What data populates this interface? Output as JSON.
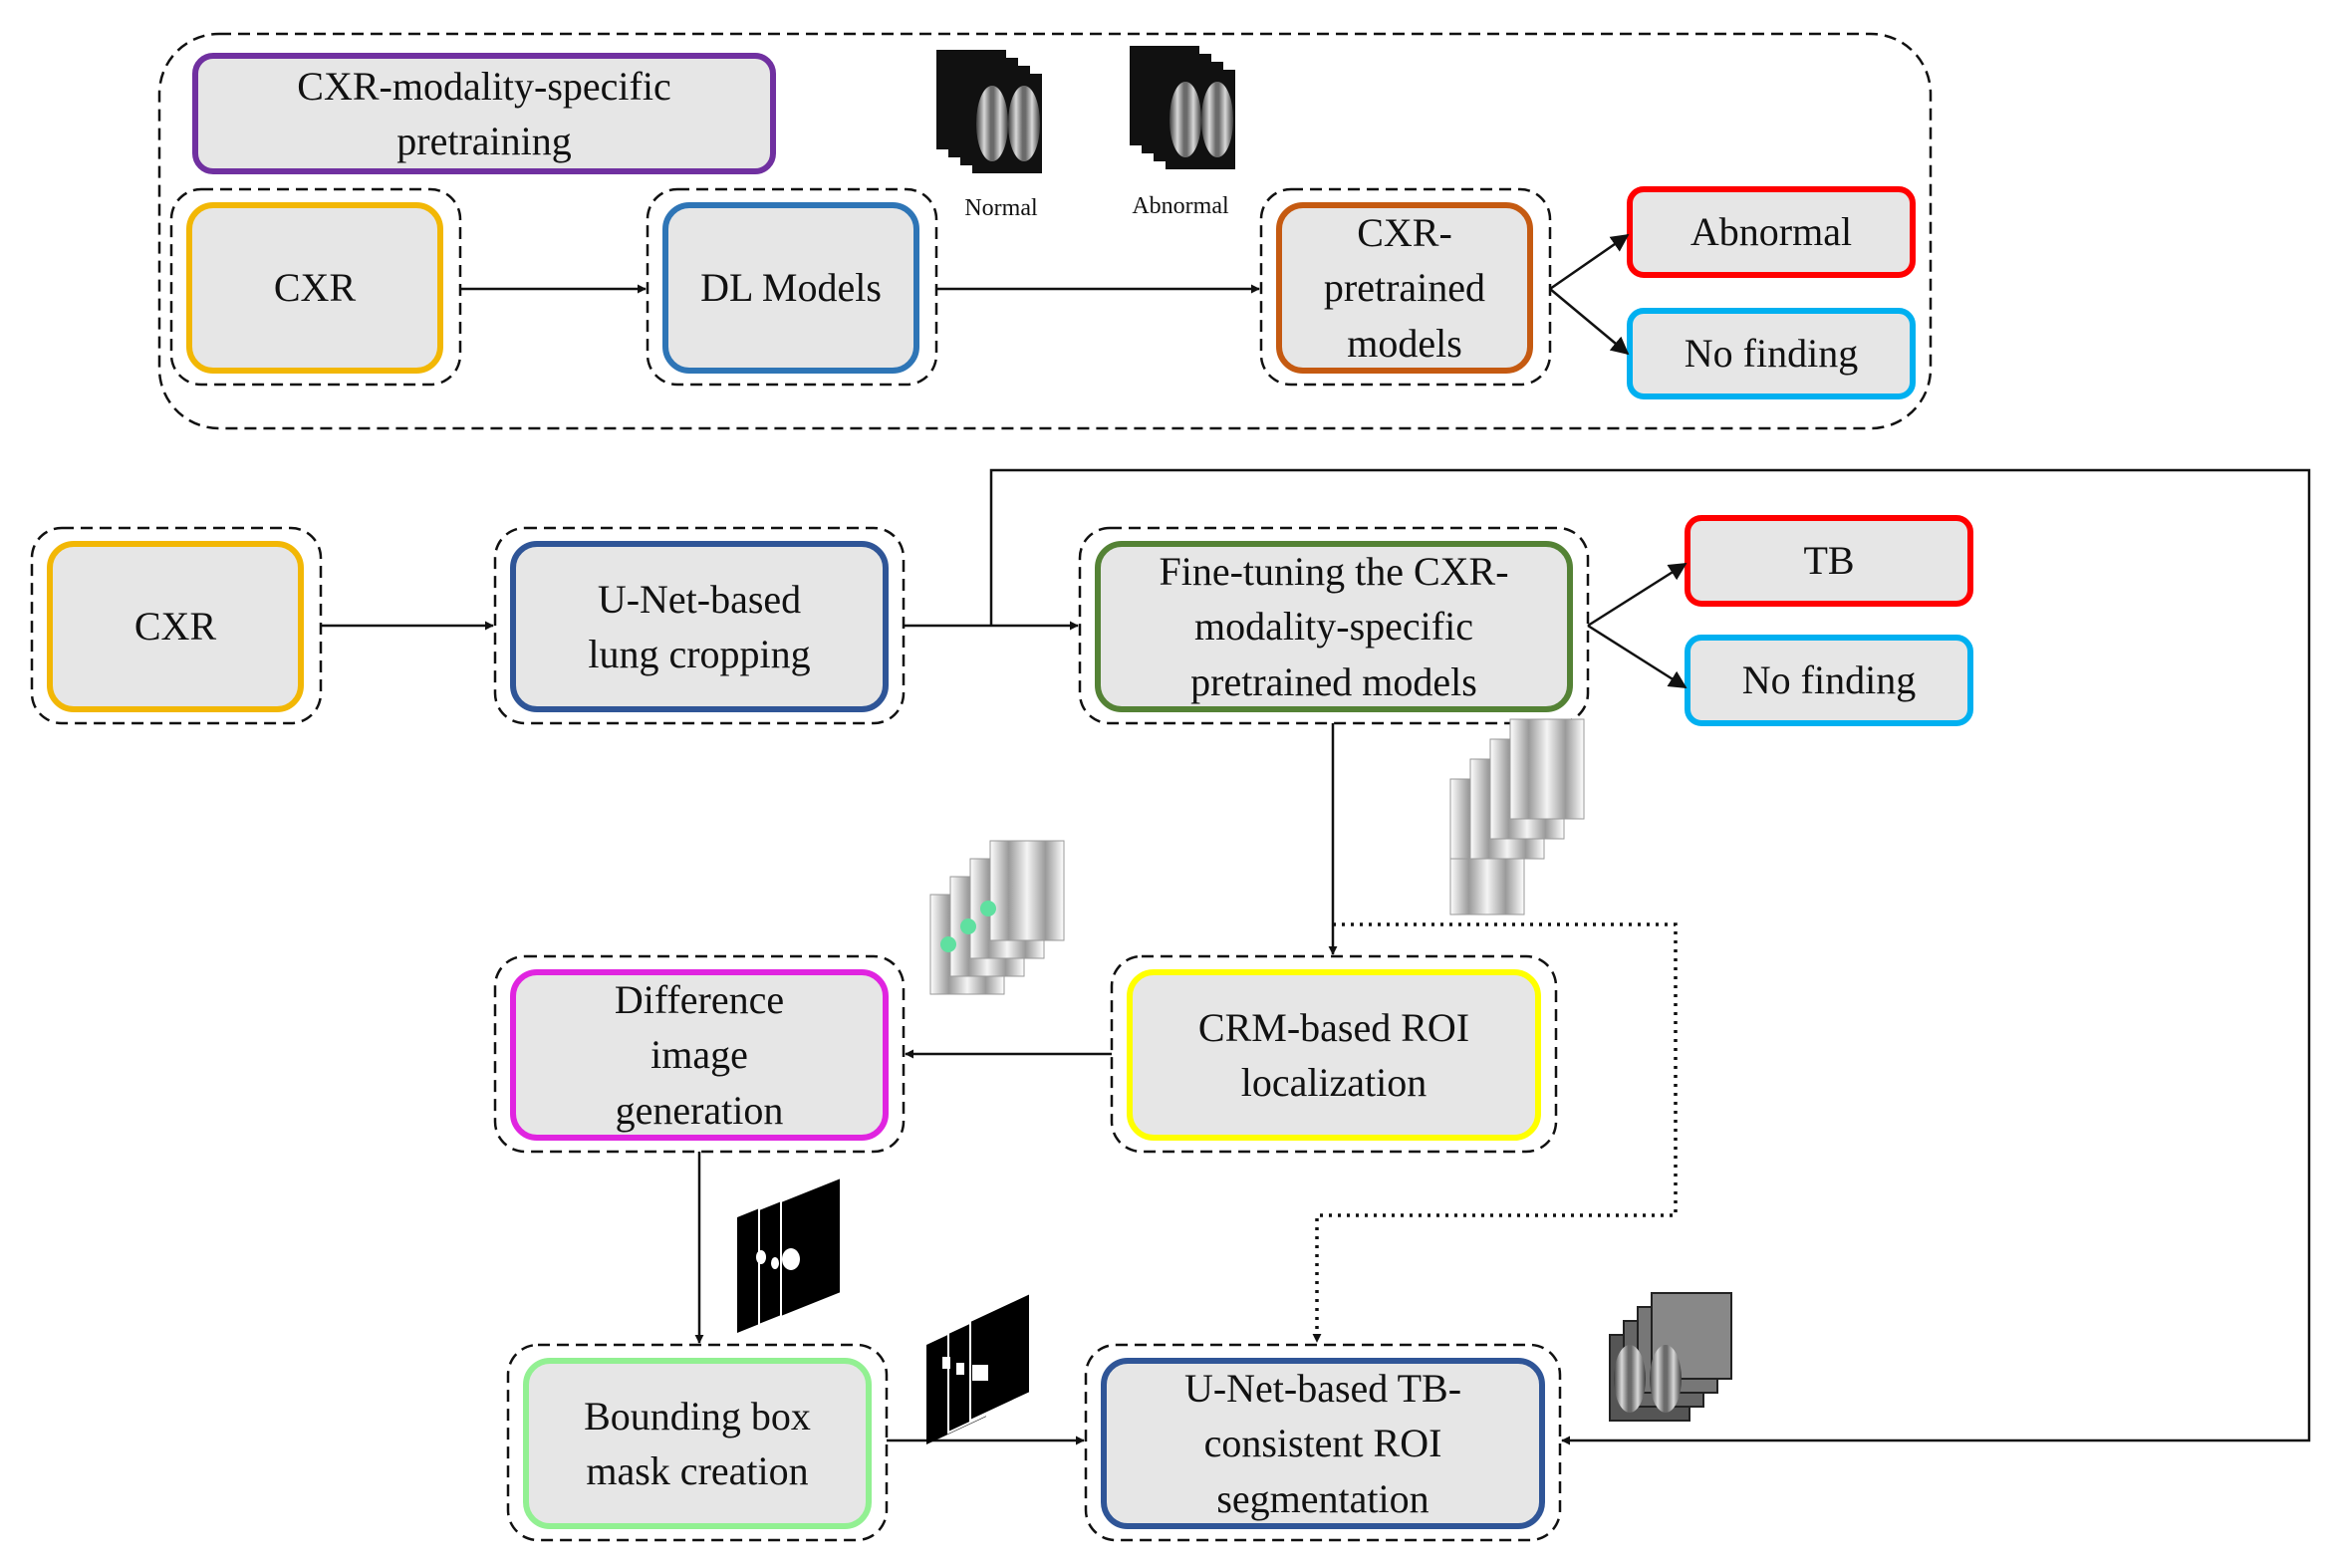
{
  "pretraining_group": {
    "title": "CXR-modality-specific pretraining",
    "cxr": "CXR",
    "dl_models": "DL Models",
    "pretrained": "CXR-pretrained models",
    "out_abnormal": "Abnormal",
    "out_no_finding": "No finding",
    "thumb_normal": "Normal",
    "thumb_abnormal": "Abnormal"
  },
  "pipeline": {
    "cxr": "CXR",
    "unet_crop": "U-Net-based lung cropping",
    "finetune": "Fine-tuning the CXR-modality-specific pretrained models",
    "out_tb": "TB",
    "out_no_finding": "No finding",
    "crm": "CRM-based ROI localization",
    "diff_image": "Difference image generation",
    "bbox_mask": "Bounding box mask creation",
    "unet_seg": "U-Net-based TB-consistent ROI segmentation"
  },
  "colors": {
    "box_fill": "#e6e6e6",
    "yellow_orange": "#f2b705",
    "purple": "#7030a0",
    "blue": "#2e75b6",
    "orange_brown": "#c55a11",
    "red": "#ff0000",
    "cyan": "#00b0f0",
    "navy": "#2f5597",
    "green": "#548235",
    "yellow": "#ffff00",
    "magenta": "#e024e0",
    "light_green": "#92f092"
  },
  "icons": [
    "cxr-stack-icon",
    "heatmap-stack-icon",
    "binary-mask-stack-icon",
    "bbox-mask-stack-icon",
    "cropped-cxr-stack-icon"
  ]
}
